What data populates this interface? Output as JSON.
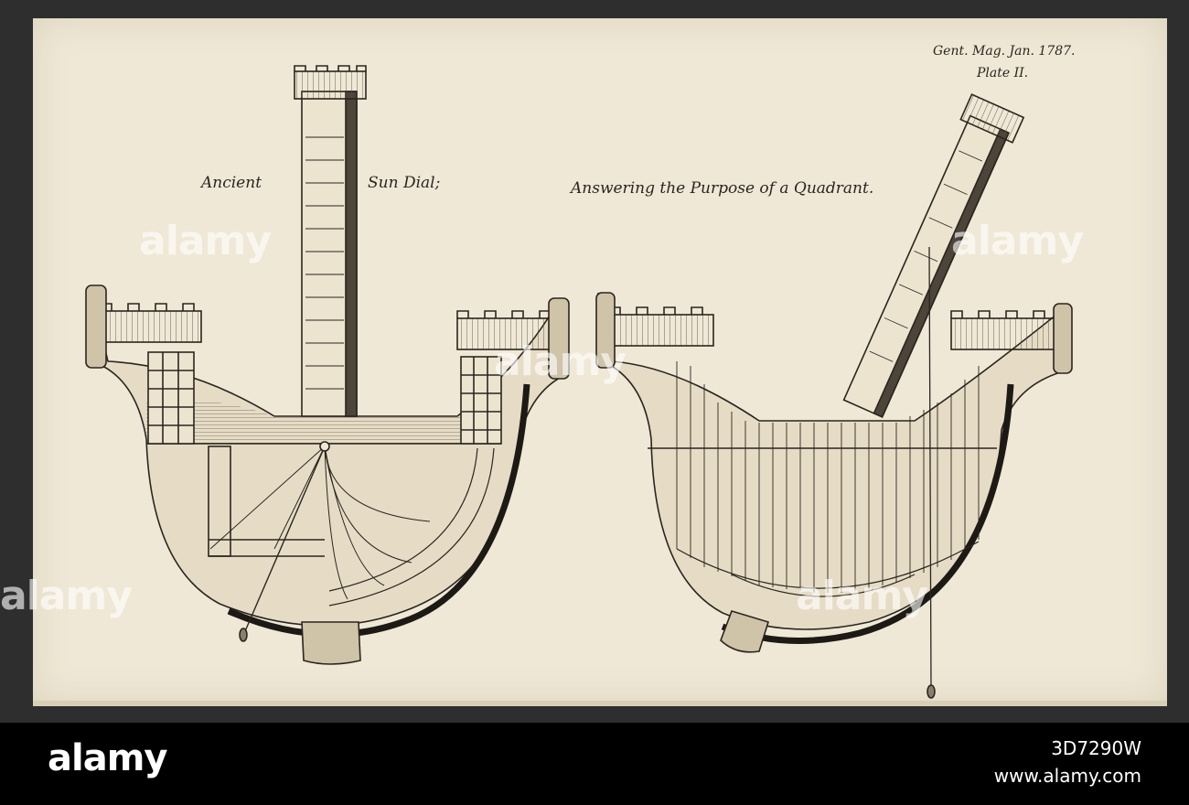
{
  "plate": {
    "reference": "Gent. Mag. Jan. 1787.",
    "plate_number": "Plate II."
  },
  "title": {
    "part1": "Ancient",
    "part2": "Sun Dial;",
    "part3": "Answering the Purpose of a Quadrant."
  },
  "watermark": {
    "text": "alamy"
  },
  "footer": {
    "brand": "alamy",
    "image_id": "3D7290W",
    "site": "www.alamy.com"
  },
  "colors": {
    "paper": "#efe8d6",
    "ink": "#2b2520",
    "footer_bg": "#000000"
  }
}
